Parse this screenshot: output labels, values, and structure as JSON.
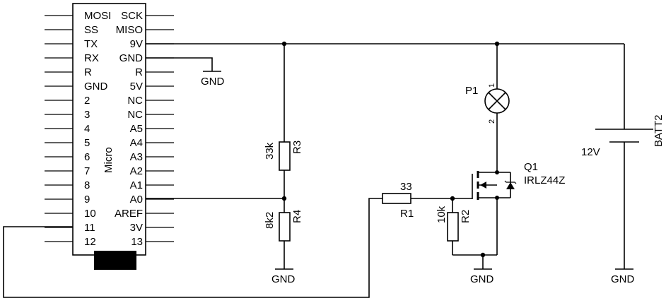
{
  "board": {
    "name": "Micro",
    "left_pins": [
      "MOSI",
      "SS",
      "TX",
      "RX",
      "R",
      "GND",
      "2",
      "3",
      "4",
      "5",
      "6",
      "7",
      "8",
      "9",
      "10",
      "11",
      "12"
    ],
    "right_pins": [
      "SCK",
      "MISO",
      "9V",
      "GND",
      "R",
      "5V",
      "NC",
      "NC",
      "A5",
      "A4",
      "A3",
      "A2",
      "A1",
      "A0",
      "AREF",
      "3V",
      "13"
    ]
  },
  "labels": {
    "gnd": "GND",
    "r3_value": "33k",
    "r3_ref": "R3",
    "r4_value": "8k2",
    "r4_ref": "R4",
    "r1_value": "33",
    "r1_ref": "R1",
    "r2_value": "10k",
    "r2_ref": "R2",
    "p1_ref": "P1",
    "p1_pin1": "1",
    "p1_pin2": "2",
    "q1_ref": "Q1",
    "q1_part": "IRLZ44Z",
    "batt_ref": "BATT2",
    "batt_value": "12V"
  }
}
